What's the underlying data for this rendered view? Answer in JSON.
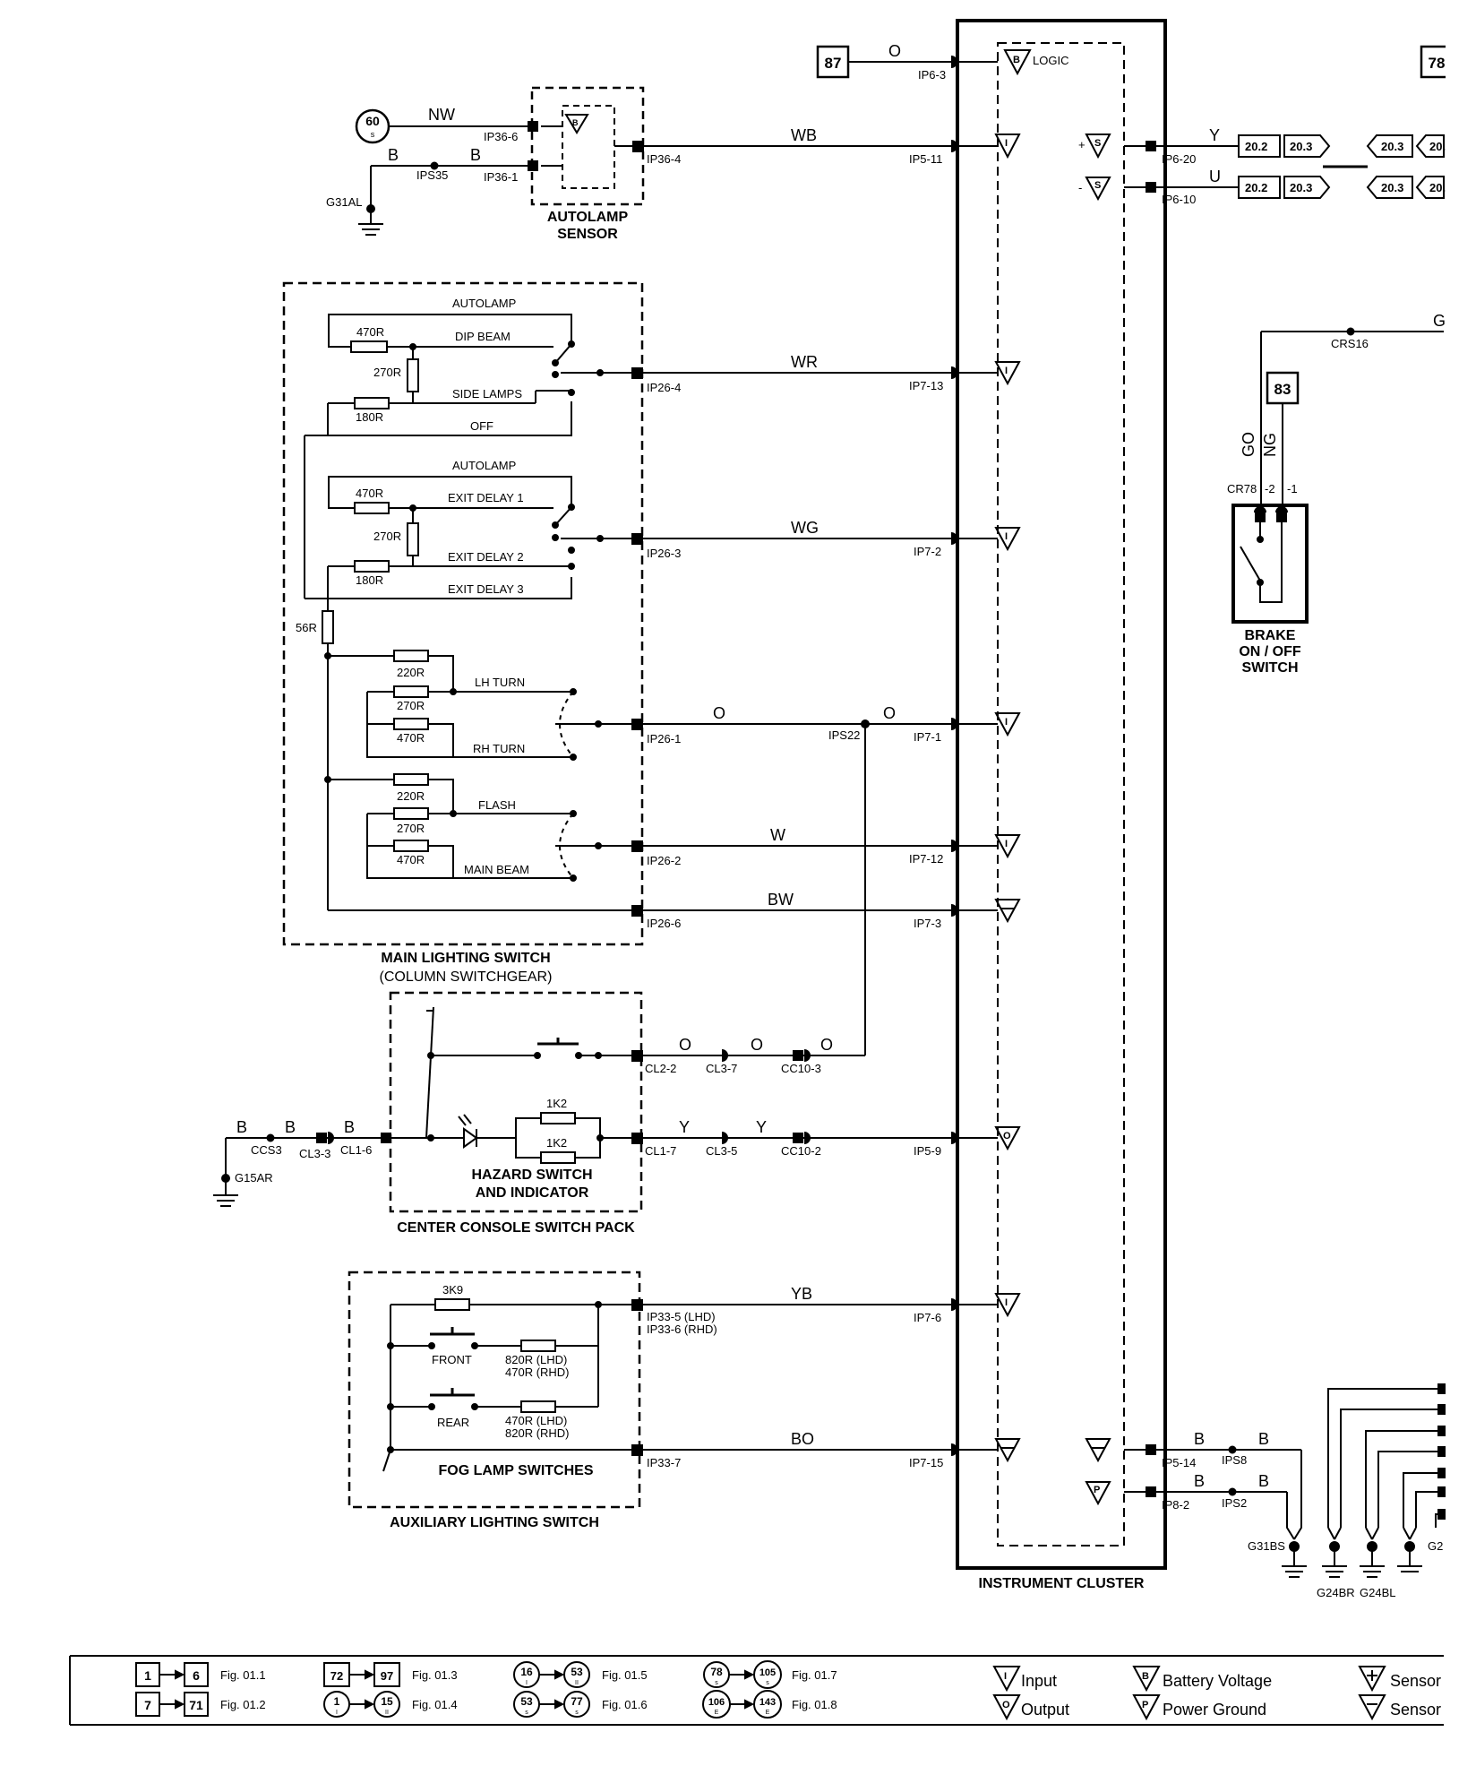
{
  "references": {
    "r87": "87",
    "r78": "78",
    "r83": "83",
    "r60": "60",
    "r60_sub": "s"
  },
  "connectors": {
    "ip6_3": "IP6-3",
    "ip36_6": "IP36-6",
    "ip36_1": "IP36-1",
    "ip36_4": "IP36-4",
    "ips35": "IPS35",
    "ip5_11": "IP5-11",
    "ip6_20": "IP6-20",
    "ip6_10": "IP6-10",
    "ip26_4": "IP26-4",
    "ip7_13": "IP7-13",
    "ip26_3": "IP26-3",
    "ip7_2": "IP7-2",
    "ip26_1": "IP26-1",
    "ips22": "IPS22",
    "ip7_1": "IP7-1",
    "ip26_2": "IP26-2",
    "ip7_12": "IP7-12",
    "ip26_6": "IP26-6",
    "ip7_3": "IP7-3",
    "cl2_2": "CL2-2",
    "cl3_7": "CL3-7",
    "cc10_3": "CC10-3",
    "ccs3": "CCS3",
    "cl3_3": "CL3-3",
    "cl1_6": "CL1-6",
    "cl1_7": "CL1-7",
    "cl3_5": "CL3-5",
    "cc10_2": "CC10-2",
    "ip5_9": "IP5-9",
    "ip33_5": "IP33-5 (LHD)",
    "ip33_6": "IP33-6 (RHD)",
    "ip7_6": "IP7-6",
    "ip33_7": "IP33-7",
    "ip7_15": "IP7-15",
    "ip5_14": "IP5-14",
    "ips8": "IPS8",
    "ip8_2": "IP8-2",
    "ips2": "IPS2",
    "crs16": "CRS16",
    "cr78": "CR78",
    "cr78_p2": "-2",
    "cr78_p1": "-1"
  },
  "grounds": {
    "g31al": "G31AL",
    "g15ar": "G15AR",
    "g31bs": "G31BS",
    "g24br": "G24BR",
    "g24bl": "G24BL",
    "g2": "G2"
  },
  "wires": {
    "o": "O",
    "nw": "NW",
    "b": "B",
    "wb": "WB",
    "y": "Y",
    "u": "U",
    "wr": "WR",
    "wg": "WG",
    "w": "W",
    "bw": "BW",
    "yb": "YB",
    "bo": "BO",
    "go": "GO",
    "ng": "NG",
    "g": "G"
  },
  "cross_refs": {
    "a": "20.2",
    "b": "20.3"
  },
  "resistors": {
    "r470": "470R",
    "r270": "270R",
    "r180": "180R",
    "r56": "56R",
    "r220": "220R",
    "r1k2": "1K2",
    "r3k9": "3K9",
    "r820_lhd": "820R (LHD)",
    "r470_rhd": "470R (RHD)",
    "r470_lhd": "470R (LHD)",
    "r820_rhd": "820R (RHD)"
  },
  "switch_positions": {
    "autolamp": "AUTOLAMP",
    "dip_beam": "DIP BEAM",
    "side_lamps": "SIDE LAMPS",
    "off": "OFF",
    "exit_delay_1": "EXIT DELAY 1",
    "exit_delay_2": "EXIT DELAY 2",
    "exit_delay_3": "EXIT DELAY 3",
    "lh_turn": "LH TURN",
    "rh_turn": "RH TURN",
    "flash": "FLASH",
    "main_beam": "MAIN BEAM",
    "front": "FRONT",
    "rear": "REAR"
  },
  "components": {
    "autolamp_sensor_1": "AUTOLAMP",
    "autolamp_sensor_2": "SENSOR",
    "main_switch_1": "MAIN LIGHTING SWITCH",
    "main_switch_2": "(COLUMN SWITCHGEAR)",
    "hazard_1": "HAZARD SWITCH",
    "hazard_2": "AND INDICATOR",
    "center_console": "CENTER CONSOLE SWITCH PACK",
    "fog_lamp_switches": "FOG LAMP SWITCHES",
    "aux_switch": "AUXILIARY LIGHTING SWITCH",
    "instrument_cluster": "INSTRUMENT CLUSTER",
    "brake_1": "BRAKE",
    "brake_2": "ON / OFF",
    "brake_3": "SWITCH",
    "logic": "LOGIC"
  },
  "symbols": {
    "input": "I",
    "output": "O",
    "battery": "B",
    "power": "P",
    "sensor_plus": "S",
    "sensor_minus": "S",
    "sub": "s"
  },
  "legend": {
    "row1": [
      {
        "from": "1",
        "to": "6",
        "fig": "Fig. 01.1"
      },
      {
        "from": "72",
        "to": "97",
        "fig": "Fig. 01.3"
      },
      {
        "from": "16",
        "from_sub": "I",
        "to": "53",
        "to_sub": "II",
        "fig": "Fig. 01.5"
      },
      {
        "from": "78",
        "from_sub": "s",
        "to": "105",
        "to_sub": "s",
        "fig": "Fig. 01.7"
      }
    ],
    "row2": [
      {
        "from": "7",
        "to": "71",
        "fig": "Fig. 01.2"
      },
      {
        "from": "1",
        "from_sub": "I",
        "to": "15",
        "to_sub": "II",
        "fig": "Fig. 01.4"
      },
      {
        "from": "53",
        "from_sub": "s",
        "to": "77",
        "to_sub": "s",
        "fig": "Fig. 01.6"
      },
      {
        "from": "106",
        "from_sub": "E",
        "to": "143",
        "to_sub": "E",
        "fig": "Fig. 01.8"
      }
    ],
    "sym_input": "Input",
    "sym_output": "Output",
    "sym_battery": "Battery Voltage",
    "sym_power": "Power Ground",
    "sym_sensor_plus": "Sensor",
    "sym_sensor_minus": "Sensor"
  }
}
